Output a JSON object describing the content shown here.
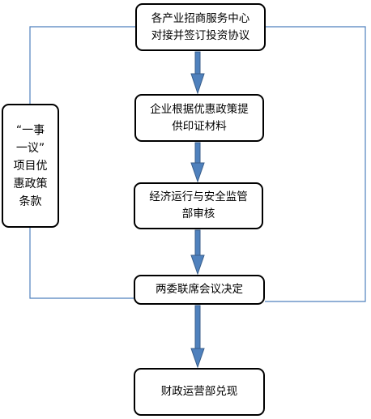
{
  "colors": {
    "connector": "#4f81bd",
    "arrow_fill": "#4f81bd",
    "arrow_stroke": "#385d8a",
    "box_border": "#000000"
  },
  "flow": {
    "step1": {
      "line1": "各产业招商服务中心",
      "line2": "对接并签订投资协议"
    },
    "step2": {
      "line1": "企业根据优惠政策提",
      "line2": "供印证材料"
    },
    "step3": {
      "line1": "经济运行与安全监管",
      "line2": "部审核"
    },
    "step4": {
      "line1": "两委联席会议决定"
    },
    "step5": {
      "line1": "财政运营部兑现"
    }
  },
  "side_note": {
    "line1": "“一事",
    "line2": "一议”",
    "line3": "项目优",
    "line4": "惠政策",
    "line5": "条款"
  }
}
